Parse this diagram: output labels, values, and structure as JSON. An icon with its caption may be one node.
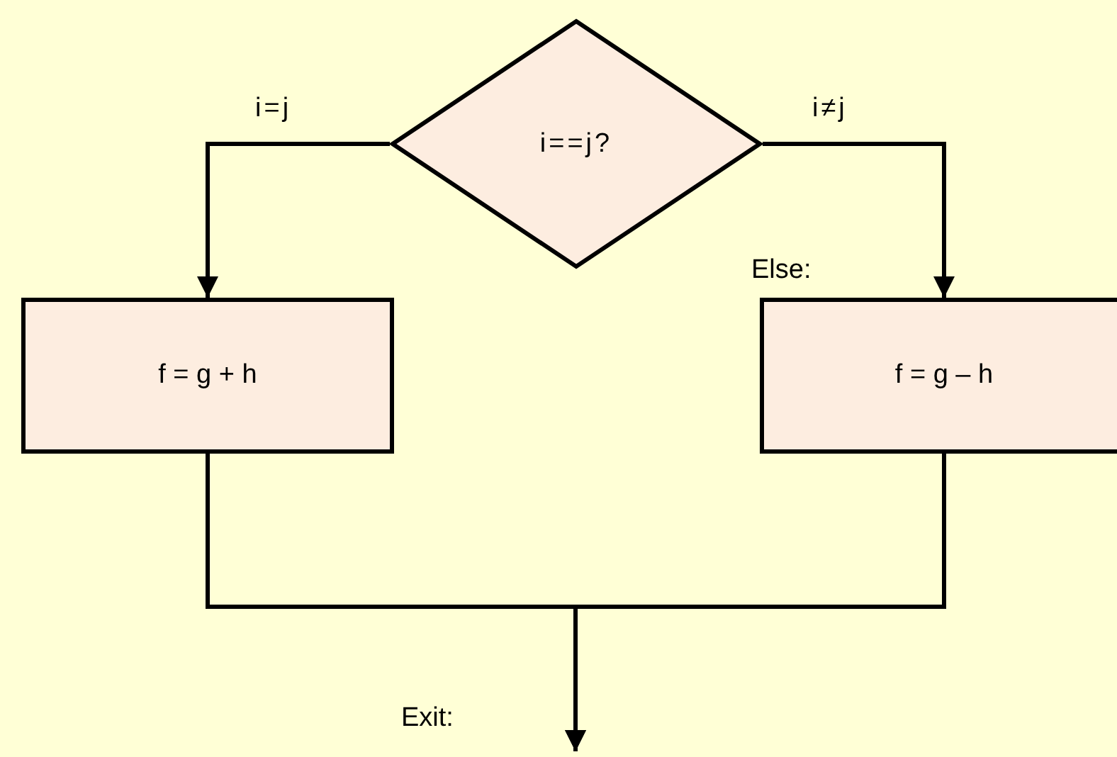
{
  "diagram": {
    "nodes": [
      {
        "text": [
          "i==j?"
        ]
      },
      {
        "text": [
          "f = g + h"
        ]
      },
      {
        "text": [
          "f = g – h"
        ]
      }
    ],
    "edges": [
      {
        "from": 0,
        "to": 1,
        "arrow": "to",
        "label": "i=j"
      },
      {
        "from": 0,
        "to": 2,
        "arrow": "to",
        "label": "i≠j"
      },
      {
        "from": 1,
        "to": null,
        "arrow": "to"
      },
      {
        "from": 2,
        "to": null,
        "arrow": "to"
      }
    ],
    "labels": [
      "Else:",
      "Exit:"
    ]
  }
}
